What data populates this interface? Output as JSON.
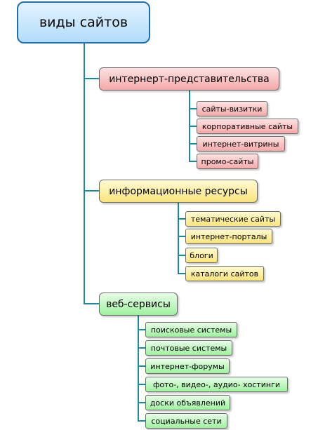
{
  "root": {
    "label": "виды сайтов"
  },
  "categories": [
    {
      "label": "интернерт-представительства",
      "color": "#f6a9a9",
      "items": [
        "сайты-визитки",
        "корпоративные сайты",
        "интернет-витрины",
        "промо-сайты"
      ]
    },
    {
      "label": "информационные ресурсы",
      "color": "#fbe47a",
      "items": [
        "тематические сайты",
        "интернет-порталы",
        "блоги",
        "каталоги сайтов"
      ]
    },
    {
      "label": "веб-сервисы",
      "color": "#9ef29e",
      "items": [
        "поисковые системы",
        "почтовые системы",
        "интернет-форумы",
        "фото-, видео-, аудио- хостинги",
        "доски объявлений",
        "социальные сети"
      ]
    }
  ],
  "line_color": "#1a8aa0"
}
